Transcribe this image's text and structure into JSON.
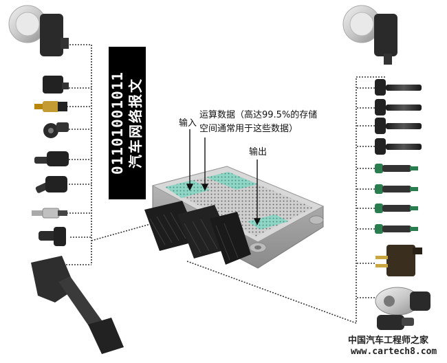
{
  "banner": {
    "line1": "01101001011",
    "line2": "汽车网络报文"
  },
  "labels": {
    "input": "输入",
    "compute_line1": "运算数据（高达99.5%的存储",
    "compute_line2": "空间通常用于这些数据）",
    "output": "输出"
  },
  "watermark": {
    "cn": "中国汽车工程师之家",
    "url": "www.cartech8.com"
  },
  "colors": {
    "banner_bg": "#000000",
    "ecu_body": "#c9c9c9",
    "ecu_grid_highlight": "#8fd6c6",
    "connector": "#1d1d1d",
    "dotted_line": "#333333"
  }
}
